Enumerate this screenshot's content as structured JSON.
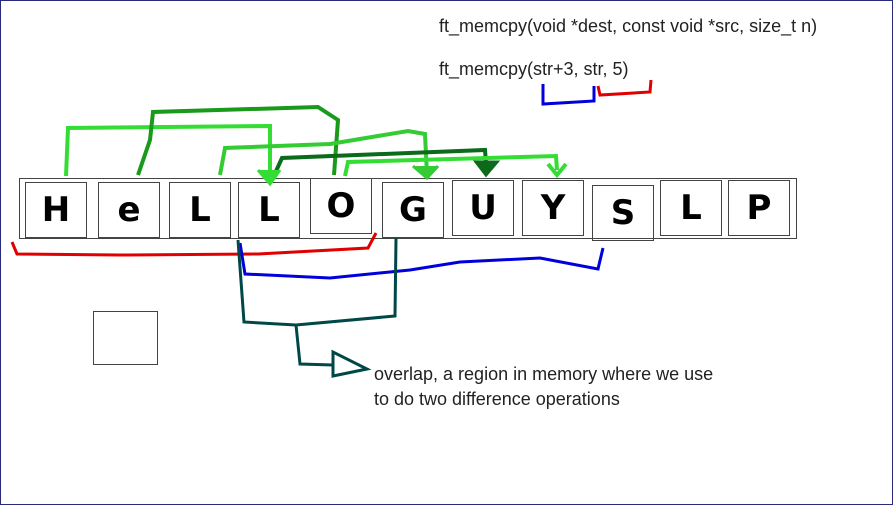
{
  "signature": "ft_memcpy(void *dest, const void *src, size_t n)",
  "call": "ft_memcpy(str+3, str, 5)",
  "letters": [
    "H",
    "e",
    "L",
    "L",
    "O",
    "G",
    "U",
    "Y",
    "S",
    "L",
    "P"
  ],
  "note": {
    "line1": "overlap, a region in memory where we use",
    "line2": "to do two difference operations"
  },
  "colors": {
    "dest_bracket": "#0000dd",
    "src_bracket": "#e00000",
    "overlap": "#004848",
    "arrow_light": "#33cc33",
    "arrow_mid": "#1a9a1a",
    "arrow_dark": "#0b6b1b"
  }
}
